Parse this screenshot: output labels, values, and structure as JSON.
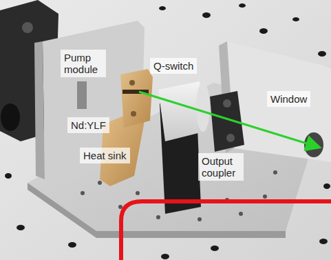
{
  "diagram": {
    "labels": [
      "Pump module",
      "Q-switch",
      "Window",
      "Nd:YLF",
      "Heat sink",
      "Output coupler"
    ]
  }
}
